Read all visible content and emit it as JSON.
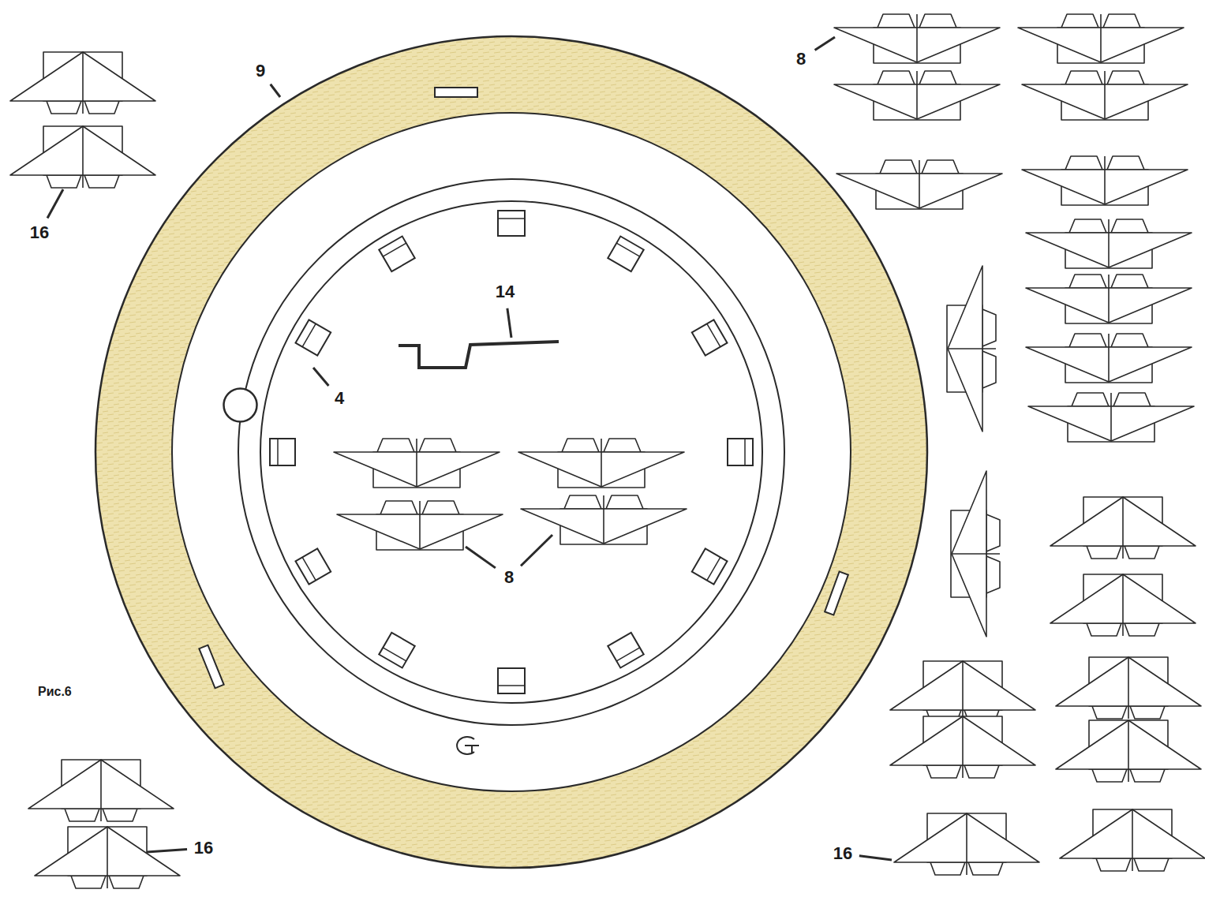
{
  "diagram": {
    "labels": [
      "9",
      "16",
      "8",
      "14",
      "4",
      "8",
      "16",
      "16",
      "Рис.6"
    ]
  }
}
